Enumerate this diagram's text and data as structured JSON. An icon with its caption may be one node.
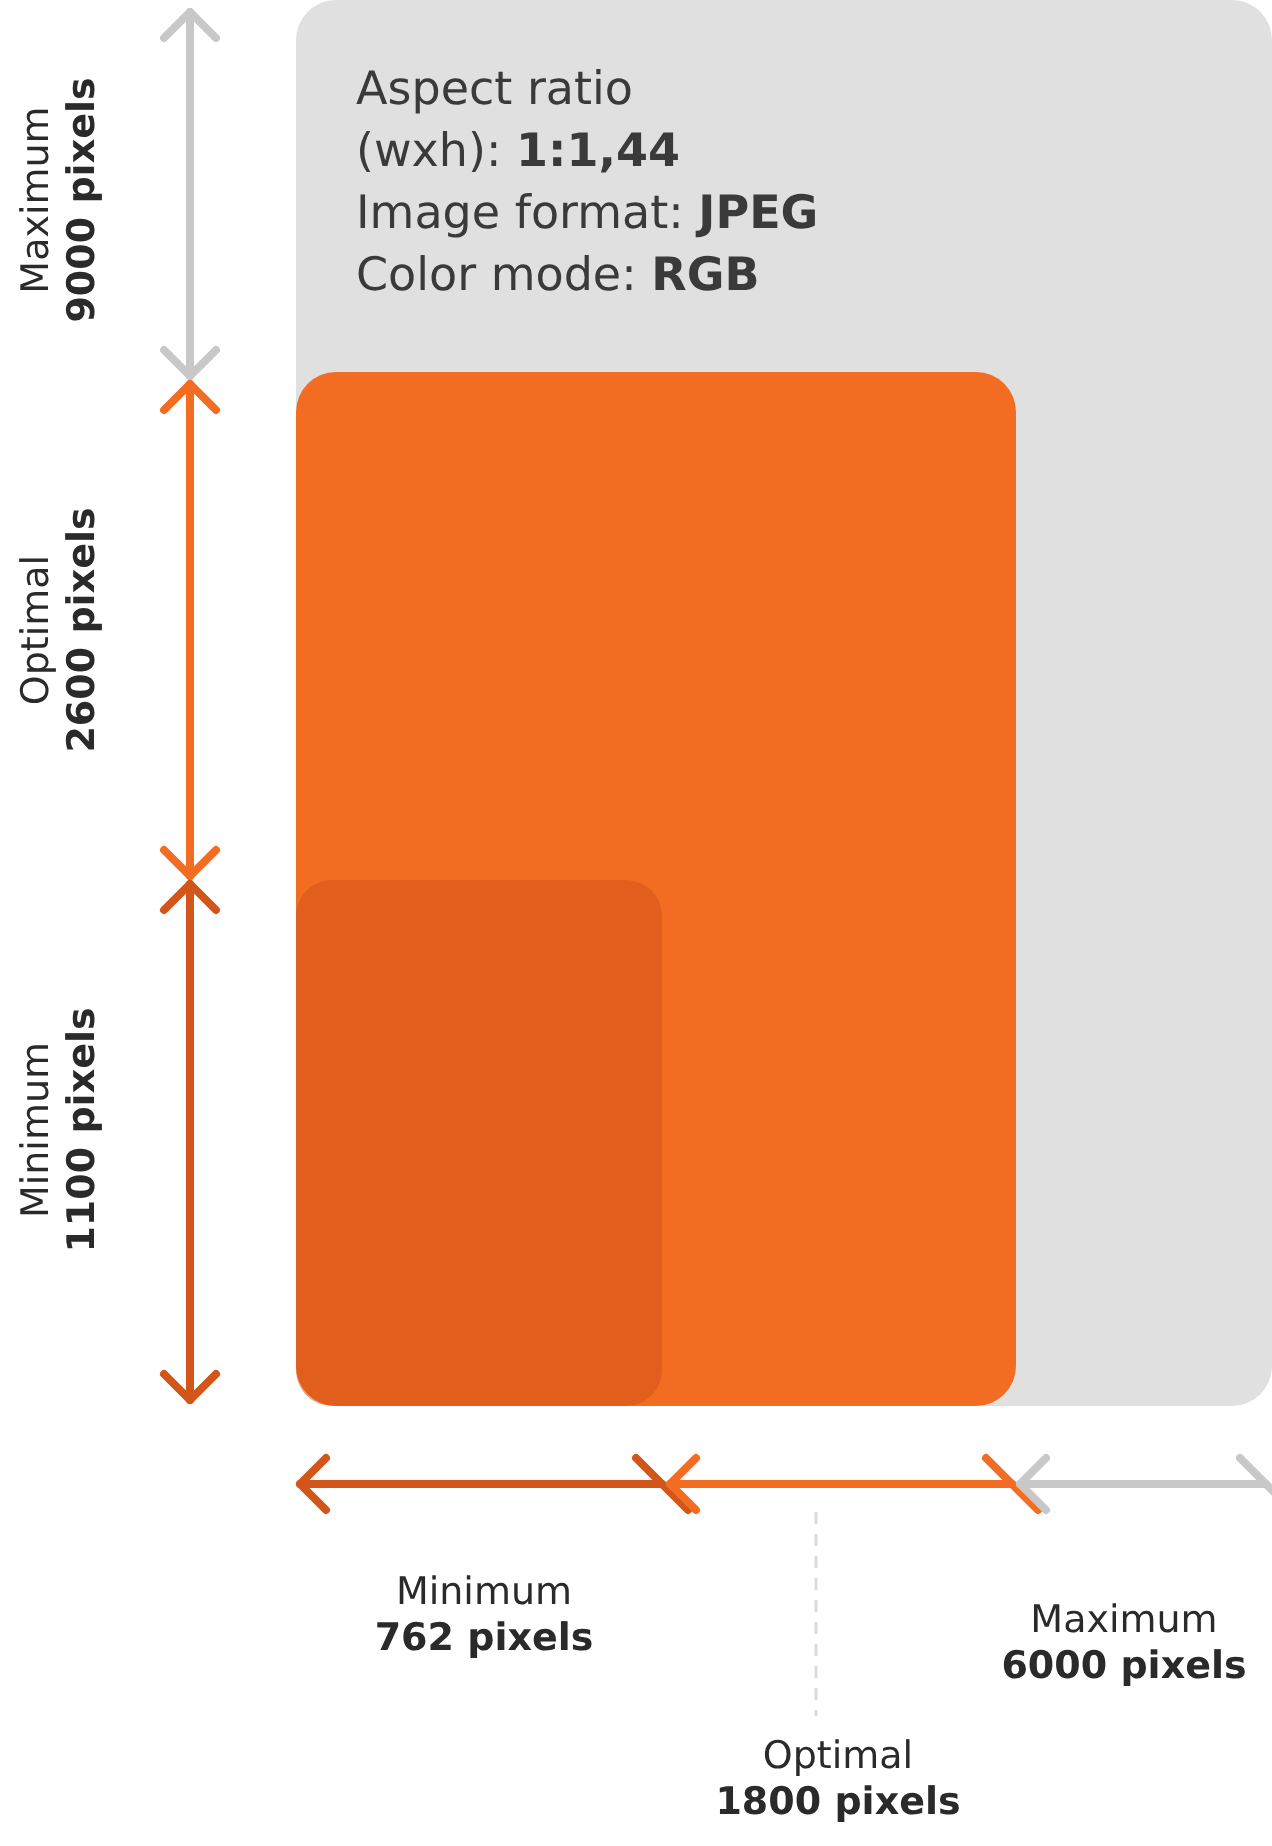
{
  "diagram": {
    "nodes": [
      {
        "text": [
          "Aspect ratio (wxh): **1:1,44**",
          "Image format: **JPEG**",
          "Color mode: **RGB**"
        ]
      },
      {
        "text": [],
        "shape": "box",
        "in": 0
      },
      {
        "text": [],
        "shape": "box",
        "in": 1
      }
    ],
    "labels": [
      "Maximum **9000 pixels**",
      "Optimal **2600 pixels**",
      "Minimum **1100 pixels**",
      "Minimum **762 pixels**",
      "Maximum **6000 pixels**",
      "Optimal **1800 pixels**"
    ]
  }
}
